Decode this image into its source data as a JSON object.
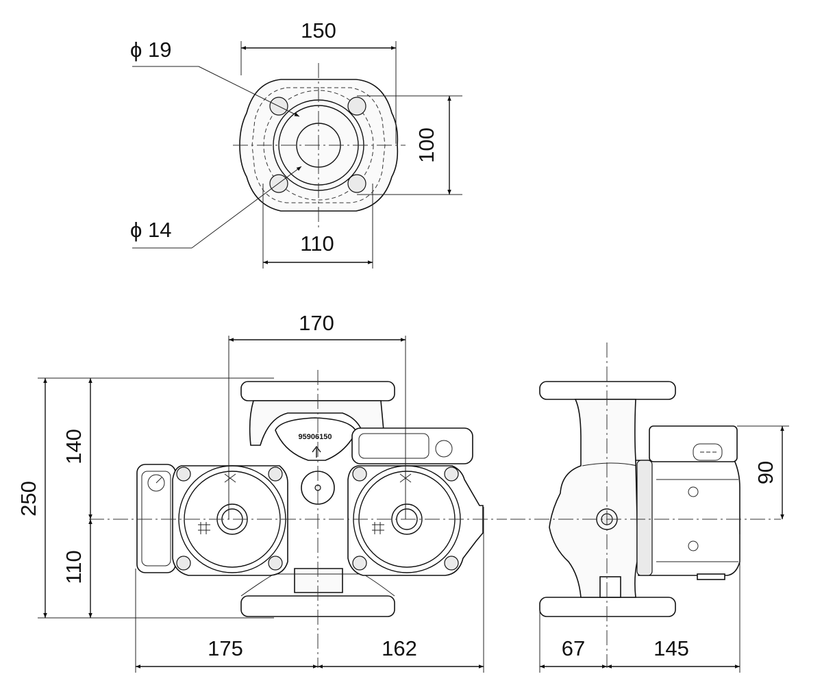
{
  "dimensions": {
    "top_width": "150",
    "top_height": "100",
    "top_bolt_spacing": "110",
    "hole_large": "ϕ 19",
    "hole_small": "ϕ 14",
    "front_pump_spacing": "170",
    "front_total_height": "250",
    "front_upper_height": "140",
    "front_lower_height": "110",
    "front_left_width": "175",
    "front_right_width": "162",
    "side_left_width": "67",
    "side_right_width": "145",
    "side_box_height": "90"
  },
  "labels": {
    "part_number": "95906150"
  }
}
